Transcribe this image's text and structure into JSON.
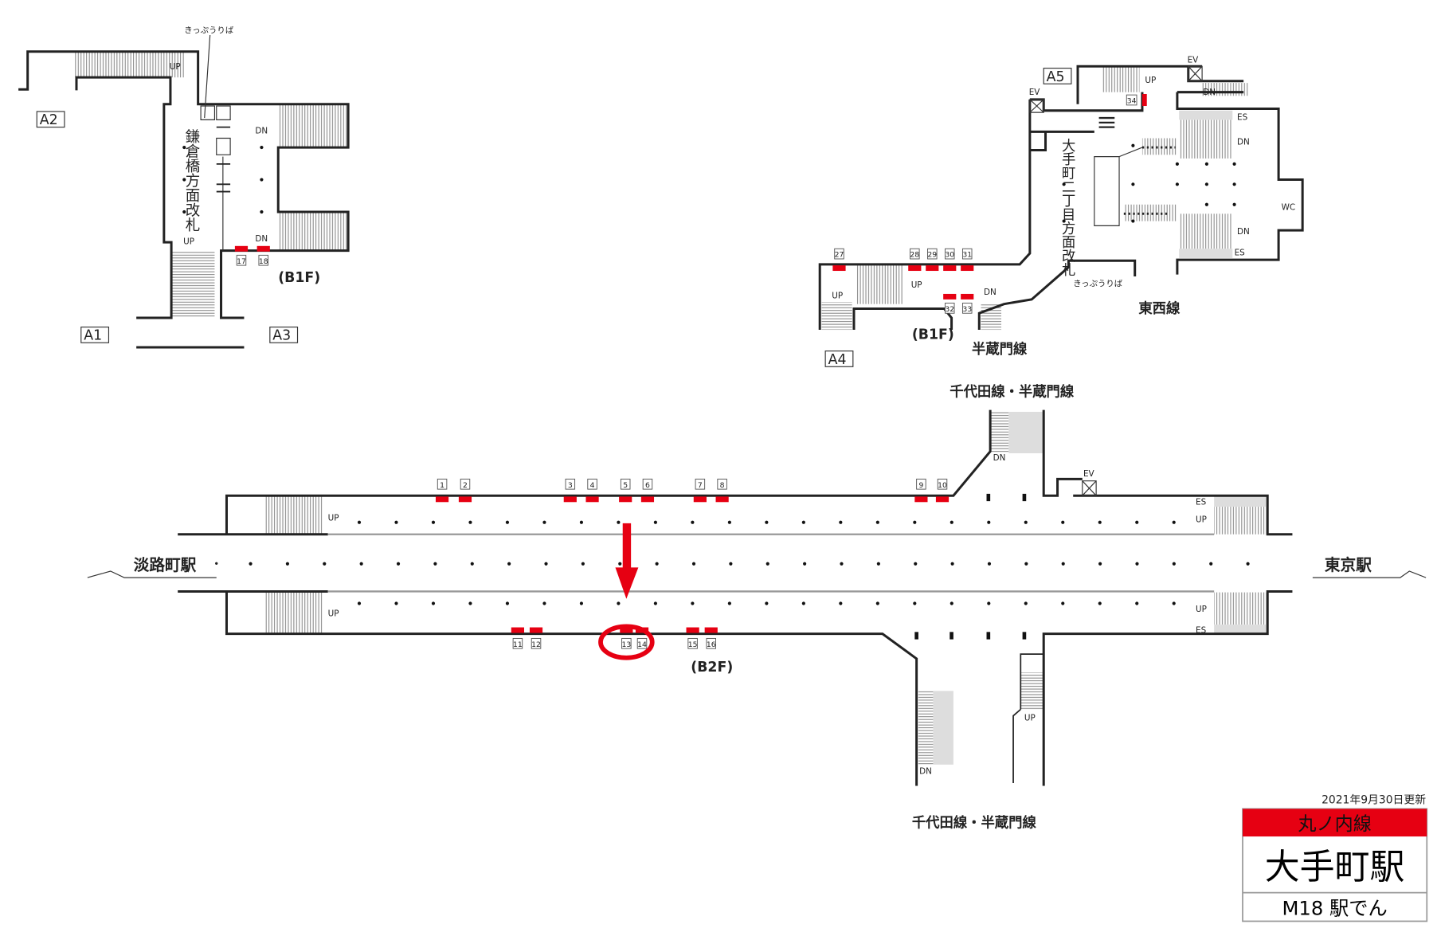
{
  "floors": {
    "b1f_left": {
      "floor_label": "(B1F)",
      "gate_label": "鎌倉橋方面改札",
      "ticket_label": "きっぷうりば",
      "exits": [
        "A1",
        "A2",
        "A3"
      ],
      "up": "UP",
      "dn": "DN",
      "cars": [
        "17",
        "18"
      ]
    },
    "b1f_right": {
      "floor_label": "(B1F)",
      "gate_label": "大手町二丁目方面改札",
      "ticket_label": "きっぷうりば",
      "exits": [
        "A4",
        "A5"
      ],
      "line_tozai": "東西線",
      "line_hanzomon": "半蔵門線",
      "ev": "EV",
      "es": "ES",
      "wc": "WC",
      "up": "UP",
      "dn": "DN",
      "cars": [
        "27",
        "28",
        "29",
        "30",
        "31",
        "32",
        "33",
        "34"
      ]
    },
    "b2f": {
      "floor_label": "(B2F)",
      "west_station": "淡路町駅",
      "east_station": "東京駅",
      "transfer_top": "千代田線・半蔵門線",
      "transfer_bottom": "千代田線・半蔵門線",
      "ev": "EV",
      "es": "ES",
      "up": "UP",
      "dn": "DN",
      "cars_top": [
        "1",
        "2",
        "3",
        "4",
        "5",
        "6",
        "7",
        "8",
        "9",
        "10"
      ],
      "cars_bottom": [
        "11",
        "12",
        "13",
        "14",
        "15",
        "16"
      ],
      "highlighted_car": "13"
    }
  },
  "station_sign": {
    "updated": "2021年9月30日更新",
    "line": "丸ノ内線",
    "station": "大手町駅",
    "code": "M18 駅でん"
  },
  "colors": {
    "accent": "#e60012",
    "wall": "#222222",
    "stairs": "#888888"
  }
}
